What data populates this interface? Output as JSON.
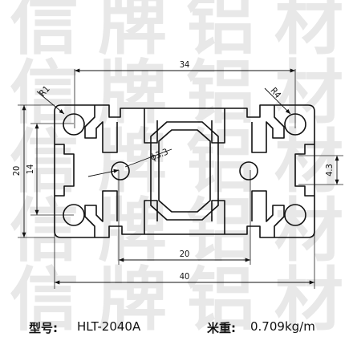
{
  "watermark": {
    "rows": [
      [
        "信",
        "牌",
        "铝",
        "材"
      ],
      [
        "信",
        "牌",
        "铝",
        "材"
      ],
      [
        "信",
        "牌",
        "铝",
        "材"
      ],
      [
        "信",
        "牌",
        "铝",
        "材"
      ],
      [
        "信",
        "牌",
        "铝",
        "材"
      ]
    ]
  },
  "dimensions": {
    "width_top": "34",
    "width_bottom": "40",
    "center_pitch": "20",
    "height_total": "20",
    "height_inner": "14",
    "slot_width": "4.3",
    "center_hole": "ϕ3.3",
    "radius_left": "R1",
    "radius_right": "R4"
  },
  "caption": {
    "model_label": "型号:",
    "model_value": "HLT-2040A",
    "weight_label": "米重:",
    "weight_value": "0.709kg/m"
  }
}
